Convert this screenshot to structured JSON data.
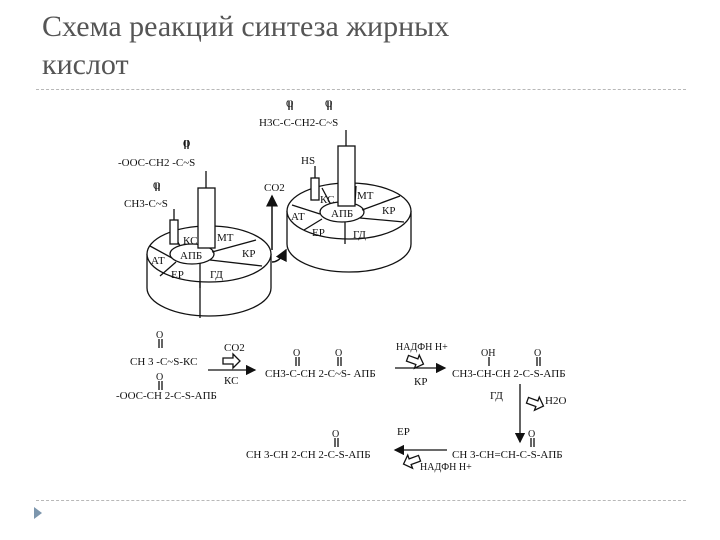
{
  "slide": {
    "title_line1": "Схема реакций синтеза жирных",
    "title_line2": "кислот"
  },
  "wheel_left": {
    "segments": [
      "КС",
      "МТ",
      "КР",
      "ГД",
      "ЕР",
      "АТ"
    ],
    "center": "АПБ",
    "malonyl_label": "-ООС-СН2 -С~S",
    "malonyl_o": "O",
    "acetyl_label": "СН3-С~S",
    "acetyl_o": "O"
  },
  "wheel_right": {
    "segments": [
      "КС",
      "МТ",
      "КР",
      "ГД",
      "ЕР",
      "АТ"
    ],
    "center": "АПБ",
    "acyl_label": "Н3С-С-СН2-С~S",
    "acyl_o1": "O",
    "acyl_o2": "O",
    "hs_label": "HS",
    "co2_label": "CO2"
  },
  "reactions": {
    "acetyl": "СН 3 -С~S-КС",
    "acetyl_o": "O",
    "malonyl": "-ООС-СН 2-С-S-АПБ",
    "malonyl_o": "O",
    "step1_co2": "CO2",
    "step1_enzyme": "КС",
    "product1": "СН3-С-СН 2-С~S- АПБ",
    "product1_o1": "O",
    "product1_o2": "O",
    "nadph_top": "НАДФН Н+",
    "step2_enzyme": "КР",
    "product2": "СН3-СН-СН 2-С-S-АПБ",
    "product2_oh": "ОН",
    "product2_o": "O",
    "step3_enzyme": "ГД",
    "water": "Н2О",
    "product3": "СН 3-СН=СН-С-S-АПБ",
    "product3_o": "O",
    "step4_enzyme": "ЕР",
    "nadph_bottom": "НАДФН Н+",
    "product4": "СН 3-СН 2-СН 2-С-S-АПБ",
    "product4_o": "O"
  }
}
